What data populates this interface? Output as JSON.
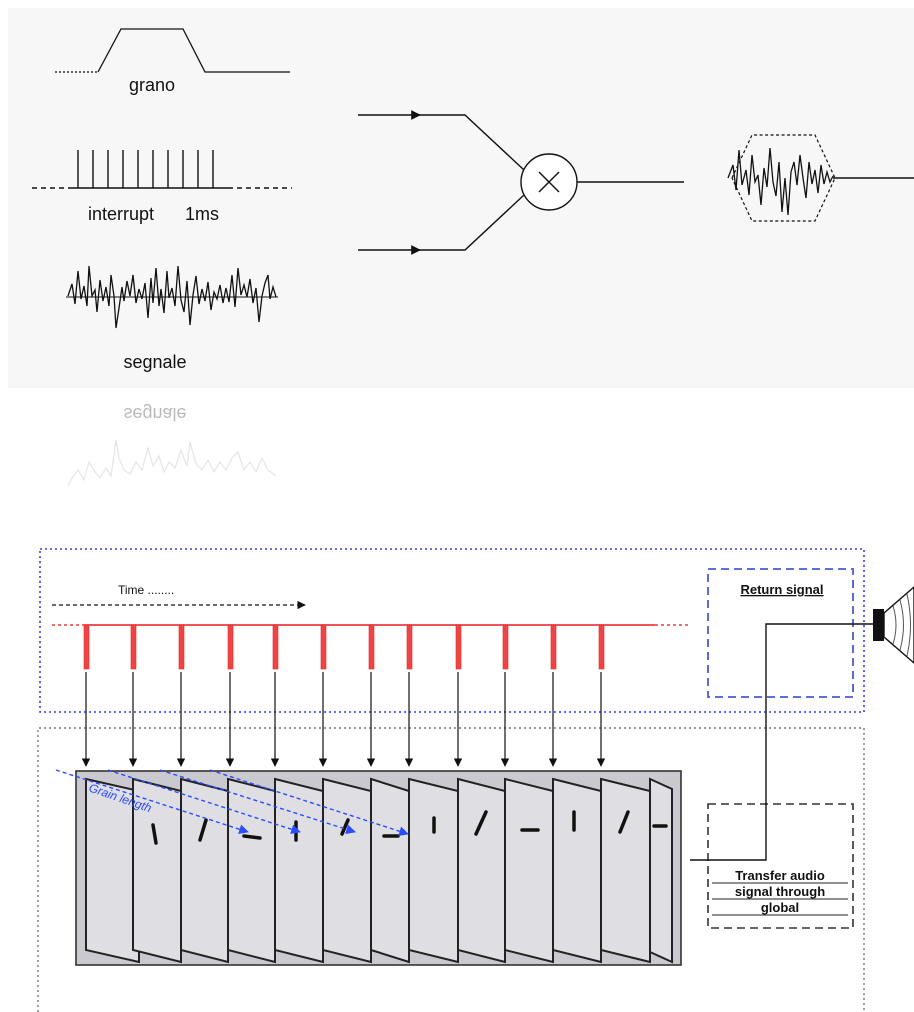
{
  "top_panel": {
    "labels": {
      "grano": "grano",
      "interrupt": "interrupt",
      "interrupt_period": "1ms",
      "segnale": "segnale",
      "segnale_reflection": "segnale"
    }
  },
  "bottom_panel": {
    "time_label": "Time ........",
    "grain_length_label": "Grain length",
    "return_signal_label": "Return signal",
    "transfer_label_lines": [
      "Transfer audio",
      "signal through",
      "global"
    ]
  },
  "colors": {
    "line": "#111111",
    "panel_bg": "#f7f7f7",
    "pulse_red": "#ee3b3b",
    "dotted_blue": "#3b3bdd",
    "dashed_blue": "#4b5bd6",
    "grain_blue": "#2b4cff",
    "frame_fill": "#d4d4d8"
  },
  "icons": [
    "multiplier-icon",
    "speaker-icon"
  ]
}
